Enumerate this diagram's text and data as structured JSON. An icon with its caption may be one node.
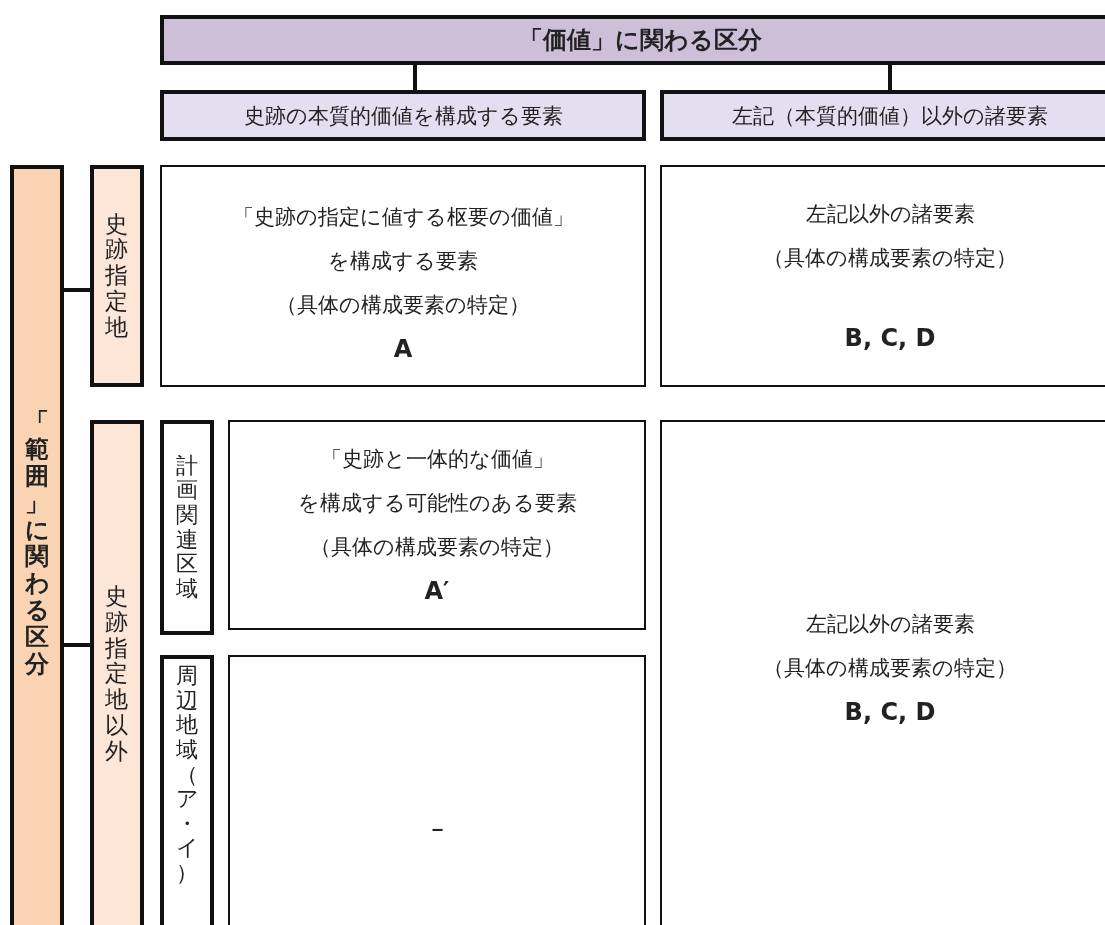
{
  "diagram": {
    "nodes": [
      {
        "text": [
          "「価値」に関わる区分"
        ]
      },
      {
        "text": [
          "史跡の本質的価値を構成する要素"
        ]
      },
      {
        "text": [
          "左記（本質的価値）以外の諸要素"
        ]
      },
      {
        "text": [
          "「範囲」に関わる区分"
        ]
      },
      {
        "text": [
          "史跡指定地"
        ]
      },
      {
        "text": [
          "史跡指定地以外"
        ]
      },
      {
        "text": [
          "計画関連区域"
        ]
      },
      {
        "text": [
          "周辺地域（ア・イ）"
        ]
      },
      {
        "text": [
          "「史跡の指定に値する枢要の価値」",
          "を構成する要素",
          "（具体の構成要素の特定）",
          "A"
        ]
      },
      {
        "text": [
          "左記以外の諸要素",
          "（具体の構成要素の特定）",
          "B, C, D"
        ]
      },
      {
        "text": [
          "「史跡と一体的な価値」",
          "を構成する可能性のある要素",
          "（具体の構成要素の特定）",
          "A′"
        ]
      },
      {
        "text": [
          "－"
        ]
      },
      {
        "text": [
          "左記以外の諸要素",
          "（具体の構成要素の特定）",
          "B, C, D"
        ]
      }
    ],
    "edges": [
      {
        "from": 0,
        "to": 1,
        "arrow": "none"
      },
      {
        "from": 0,
        "to": 2,
        "arrow": "none"
      },
      {
        "from": 3,
        "to": 4,
        "arrow": "none"
      },
      {
        "from": 3,
        "to": 5,
        "arrow": "none"
      }
    ]
  }
}
